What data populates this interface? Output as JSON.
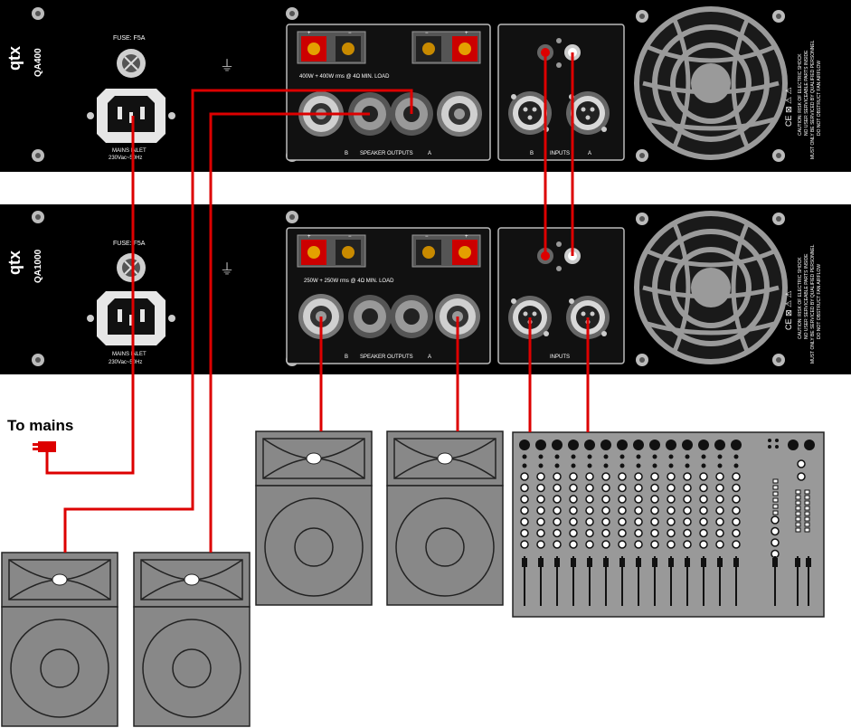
{
  "diagram": {
    "mains_label": "To mains",
    "amp_top": {
      "brand": "qtx",
      "model": "QA400",
      "fuse_label": "FUSE: F5A",
      "mains_label_1": "MAINS INLET",
      "mains_label_2": "230Vac~50Hz",
      "power_rating": "400W + 400W rms @ 4Ω MIN. LOAD",
      "speaker_outputs_label": "SPEAKER OUTPUTS",
      "channel_b": "B",
      "channel_a": "A",
      "inputs_label": "INPUTS",
      "warning_1": "CAUTION: RISK OF ELECTRIC SHOCK",
      "warning_2": "NO USER SERVICEABLE PARTS INSIDE",
      "warning_3": "MUST ONLY BE SERVICED BY QUALIFIED PERSONNEL",
      "warning_4": "DO NOT OBSTRUCT FAN AIRFLOW"
    },
    "amp_bottom": {
      "brand": "qtx",
      "model": "QA1000",
      "fuse_label": "FUSE: F5A",
      "mains_label_1": "MAINS INLET",
      "mains_label_2": "230Vac~50Hz",
      "power_rating": "250W + 250W rms @ 4Ω MIN. LOAD",
      "speaker_outputs_label": "SPEAKER OUTPUTS",
      "channel_b": "B",
      "channel_a": "A",
      "inputs_label": "INPUTS",
      "warning_1": "CAUTION: RISK OF ELECTRIC SHOCK",
      "warning_2": "NO USER SERVICEABLE PARTS INSIDE",
      "warning_3": "MUST ONLY BE SERVICED BY QUALIFIED PERSONNEL",
      "warning_4": "DO NOT OBSTRUCT FAN AIRFLOW"
    },
    "colors": {
      "cable": "#dd0000",
      "panel": "#000000",
      "speaker_fill": "#888888",
      "mixer_fill": "#999999"
    }
  }
}
